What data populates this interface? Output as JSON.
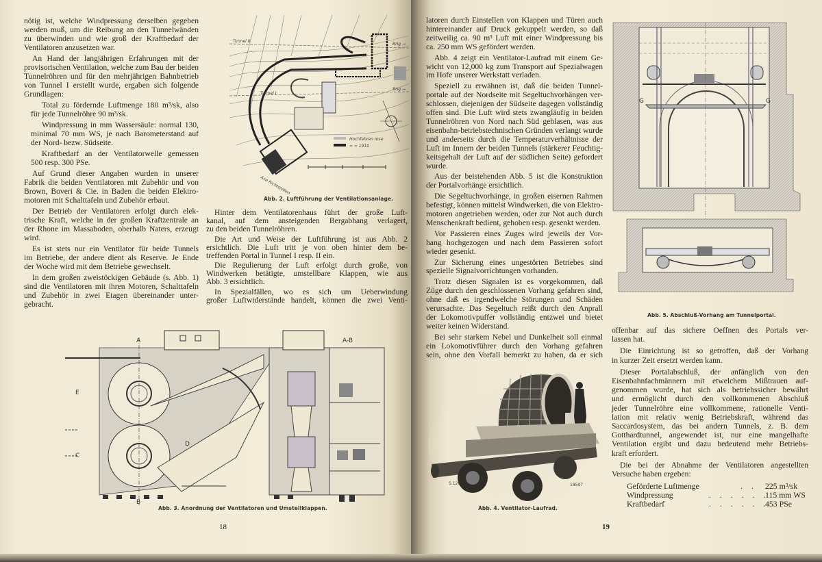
{
  "left_page": {
    "page_number": "18",
    "column1": [
      {
        "cont": true,
        "lines": [
          "nötig ist, welche Windpressung derselben gegeben",
          "werden muß, um die Reibung an den Tunnelwänden",
          "zu überwinden und wie groß der Kraftbedarf der",
          "Ventilatoren anzusetzen war."
        ]
      },
      {
        "lines": [
          "An Hand der langjährigen Erfahrungen mit der",
          "provisorischen Ventilation, welche zum Bau der beiden",
          "Tunnelröhren und für den mehrjährigen Bahnbetrieb",
          "von Tunnel I erstellt wurde, ergaben sich folgende",
          "Grundlagen:"
        ]
      },
      {
        "deep": true,
        "lines": [
          "Total zu fördernde Luftmenge 180 m³/sk, also",
          "für jede Tunnelröhre 90 m³/sk."
        ]
      },
      {
        "deep": true,
        "lines": [
          "Windpressung in mm Wassersäule: normal 130,",
          "minimal 70 mm WS, je nach Barometerstand auf",
          "der Nord- bezw. Südseite."
        ]
      },
      {
        "deep": true,
        "lines": [
          "Kraftbedarf an der Ventilatorwelle gemessen",
          "500 resp. 300 PSe."
        ]
      },
      {
        "lines": [
          "Auf Grund dieser Angaben wurden in unserer",
          "Fabrik die beiden Ventilatoren mit Zubehör und von",
          "Brown, Boveri & Cie. in Baden die beiden Elektro-",
          "motoren mit Schalttafeln und Zubehör erbaut."
        ]
      },
      {
        "lines": [
          "Der Betrieb der Ventilatoren erfolgt durch elek-",
          "trische Kraft, welche in der großen Kraftzentrale an",
          "der Rhone im Massaboden, oberhalb Naters, erzeugt",
          "wird."
        ]
      },
      {
        "lines": [
          "Es ist stets nur ein Ventilator für beide Tunnels",
          "im Betriebe, der andere dient als Reserve. Je Ende",
          "der Woche wird mit dem Betriebe gewechselt."
        ]
      },
      {
        "lines": [
          "In dem großen zweistöckigen Gebäude (s. Abb. 1)",
          "sind die Ventilatoren mit ihren Motoren, Schalttafeln",
          "und Zubehör in zwei Etagen übereinander unter-",
          "gebracht."
        ]
      }
    ],
    "column2": [
      {
        "lines": [
          "Hinter dem Ventilatorenhaus führt der große Luft-",
          "kanal, auf dem ansteigenden Bergabhang verlagert,",
          "zu den beiden Tunnelröhren."
        ]
      },
      {
        "lines": [
          "Die Art und Weise der Luftführung ist aus Abb. 2",
          "ersichtlich. Die Luft tritt je von oben hinter dem be-",
          "treffenden Portal in Tunnel I resp. II ein."
        ]
      },
      {
        "lines": [
          "Die Regulierung der Luft erfolgt durch große, von",
          "Windwerken betätigte, umstellbare Klappen, wie aus",
          "Abb. 3 ersichtlich."
        ]
      },
      {
        "open": true,
        "lines": [
          "In Spezialfällen, wo es sich um Ueberwindung",
          "großer Luftwiderstände handelt, können die zwei Venti-"
        ]
      }
    ],
    "figure2": {
      "caption": "Abb. 2. Luftführung der Ventilationsanlage.",
      "labels": {
        "tunnel_2": "Tunnel II",
        "tunnel_1": "Tunnel I",
        "brig_top": "Brig →",
        "brig_bottom": "Brig →",
        "axis": "Axe Richtstollen",
        "legend_1": "Hochfahren mse",
        "legend_2": "=  =  1910"
      }
    },
    "figure3": {
      "caption": "Abb. 3. Anordnung der Ventilatoren und Umstellklappen.",
      "labels": {
        "a": "A",
        "b": "B",
        "c": "C",
        "d": "D",
        "e": "E",
        "ab": "A-B"
      }
    }
  },
  "right_page": {
    "page_number": "19",
    "column1": [
      {
        "cont": true,
        "lines": [
          "latoren durch Einstellen von Klappen und Türen auch",
          "hintereinander auf Druck gekuppelt werden, so daß",
          "zeitweilig ca. 90 m³ Luft mit einer Windpressung bis",
          "ca. 250 mm WS gefördert werden."
        ]
      },
      {
        "lines": [
          "Abb. 4 zeigt ein Ventilator-Laufrad mit einem Ge-",
          "wicht von 12,000 kg zum Transport auf Spezialwagen",
          "im Hofe unserer Werkstatt verladen."
        ]
      },
      {
        "lines": [
          "Speziell zu erwähnen ist, daß die beiden Tunnel-",
          "portale auf der Nordseite mit Segeltuchvorhängen ver-",
          "schlossen, diejenigen der Südseite dagegen vollständig",
          "offen sind. Die Luft wird stets zwangläufig in beiden",
          "Tunnelröhren von Nord nach Süd geblasen, was aus",
          "eisenbahn-betriebstechnischen Gründen verlangt wurde",
          "und anderseits durch die Temperaturverhältnisse der",
          "Luft im Innern der beiden Tunnels (stärkerer Feuchtig-",
          "keitsgehalt der Luft auf der südlichen Seite) gefordert",
          "wurde."
        ]
      },
      {
        "lines": [
          "Aus der beistehenden Abb. 5 ist die Konstruktion",
          "der Portalvorhänge ersichtlich."
        ]
      },
      {
        "lines": [
          "Die Segeltuchvorhänge, in großen eisernen Rahmen",
          "befestigt, können mittelst Windwerken, die von Elektro-",
          "motoren angetrieben werden, oder zur Not auch durch",
          "Menschenkraft bedient, gehoben resp. gesenkt werden."
        ]
      },
      {
        "lines": [
          "Vor Passieren eines Zuges wird jeweils der Vor-",
          "hang hochgezogen und nach dem Passieren sofort",
          "wieder gesenkt."
        ]
      },
      {
        "lines": [
          "Zur Sicherung eines ungestörten Betriebes sind",
          "spezielle Signalvorrichtungen vorhanden."
        ]
      },
      {
        "lines": [
          "Trotz diesen Signalen ist es vorgekommen, daß",
          "Züge durch den geschlossenen Vorhang gefahren sind,",
          "ohne daß es irgendwelche Störungen und Schäden",
          "verursachte. Das Segeltuch reißt durch den Anprall",
          "der Lokomotivpuffer vollständig entzwei und bietet",
          "weiter keinen Widerstand."
        ]
      },
      {
        "open": true,
        "lines": [
          "Bei sehr starkem Nebel und Dunkelheit soll einmal",
          "ein Lokomotivführer durch den Vorhang gefahren",
          "sein, ohne den Vorfall bemerkt zu haben, da er sich"
        ]
      }
    ],
    "column2": [
      {
        "cont": true,
        "lines": [
          "offenbar auf das sichere Oeffnen des Portals ver-",
          "lassen hat."
        ]
      },
      {
        "lines": [
          "Die Einrichtung ist so getroffen, daß der Vorhang",
          "in kurzer Zeit ersetzt werden kann."
        ]
      },
      {
        "lines": [
          "Dieser Portalabschluß, der anfänglich von den",
          "Eisenbahnfachmännern mit etwelchem Mißtrauen auf-",
          "genommen wurde, hat sich als betriebssicher bewährt",
          "und ermöglicht durch den vollkommenen Abschluß",
          "jeder Tunnelröhre eine vollkommene, rationelle Venti-",
          "lation mit relativ wenig Betriebskraft, während das",
          "Saccardosystem, das bei andern Tunnels, z. B. dem",
          "Gotthardtunnel, angewendet ist, nur eine mangelhafte",
          "Ventilation ergibt und dazu bedeutend mehr Betriebs-",
          "kraft erfordert."
        ]
      },
      {
        "lines": [
          "Die bei der Abnahme der Ventilatoren angestellten",
          "Versuche haben ergeben:"
        ]
      }
    ],
    "results": [
      {
        "label": "Geförderte Luftmenge",
        "dots": ". .",
        "value": "225 m³/sk"
      },
      {
        "label": "Windpressung",
        "dots": ". . . . . .",
        "value": "115 mm WS"
      },
      {
        "label": "Kraftbedarf",
        "dots": ". . . . . .",
        "value": "453 PSe"
      }
    ],
    "figure4": {
      "caption": "Abb. 4. Ventilator-Laufrad.",
      "plate_left": "S.120",
      "plate_right": "18597"
    },
    "figure5": {
      "caption": "Abb. 5. Abschluß-Vorhang am Tunnelportal.",
      "labels": {
        "g": "G"
      }
    }
  }
}
